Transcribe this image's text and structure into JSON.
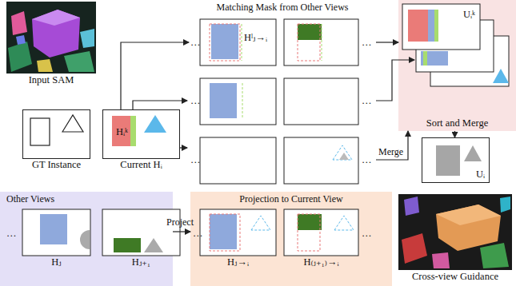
{
  "diagram": {
    "nodes": [
      {
        "text": [
          "Input SAM"
        ]
      },
      {
        "text": [
          "GT Instance"
        ]
      },
      {
        "text": [
          "Current Hᵢ"
        ]
      },
      {
        "text": [
          "Hᵢᵏ"
        ],
        "in": 2
      },
      {
        "text": [
          "Matching Mask from Other Views"
        ]
      },
      {
        "text": [
          "Sort and Merge"
        ]
      },
      {
        "text": [
          "Uᵢᵏ"
        ],
        "in": 5
      },
      {
        "text": [
          "Uᵢ"
        ]
      },
      {
        "text": [
          "Cross-view Guidance"
        ]
      },
      {
        "text": [
          "Other Views"
        ]
      },
      {
        "text": [
          "Hⱼ"
        ],
        "in": 9
      },
      {
        "text": [
          "Hⱼ₊₁"
        ],
        "in": 9
      },
      {
        "text": [
          "Projection to Current View"
        ]
      },
      {
        "text": [
          "Hⱼ→ᵢ"
        ],
        "in": 12
      },
      {
        "text": [
          "H₍ⱼ₊₁₎→ᵢ"
        ],
        "in": 12
      }
    ],
    "edges": [
      {
        "from": 2,
        "to": 4,
        "arrow": "to"
      },
      {
        "from": 4,
        "to": 5,
        "arrow": "to"
      },
      {
        "from": 4,
        "to": 5,
        "label": "Merge",
        "arrow": "to"
      },
      {
        "from": 5,
        "to": 7,
        "arrow": "to"
      },
      {
        "from": 9,
        "to": 12,
        "label": "Project",
        "arrow": "to"
      }
    ],
    "labels": [
      "Hˡⱼ→ᵢ",
      "…",
      "…",
      "…",
      "…",
      "…",
      "…",
      "…",
      "…",
      "…"
    ]
  }
}
